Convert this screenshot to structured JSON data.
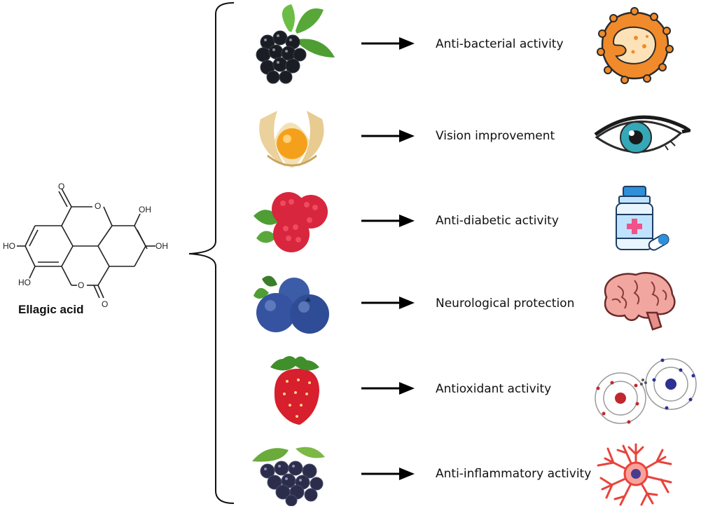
{
  "compound": {
    "name": "Ellagic acid",
    "substituents": {
      "oh": "OH",
      "ho": "HO",
      "o": "O"
    }
  },
  "rows": [
    {
      "fruit_icon": "blackberry-icon",
      "activity": "Anti-bacterial activity",
      "effect_icon": "bacteria-icon"
    },
    {
      "fruit_icon": "physalis-icon",
      "activity": "Vision improvement",
      "effect_icon": "eye-icon"
    },
    {
      "fruit_icon": "raspberry-icon",
      "activity": "Anti-diabetic activity",
      "effect_icon": "medicine-bottle-icon"
    },
    {
      "fruit_icon": "blueberry-icon",
      "activity": "Neurological protection",
      "effect_icon": "brain-icon"
    },
    {
      "fruit_icon": "strawberry-icon",
      "activity": "Antioxidant activity",
      "effect_icon": "atoms-icon"
    },
    {
      "fruit_icon": "grapes-icon",
      "activity": "Anti-inflammatory activity",
      "effect_icon": "neuron-cell-icon"
    }
  ]
}
